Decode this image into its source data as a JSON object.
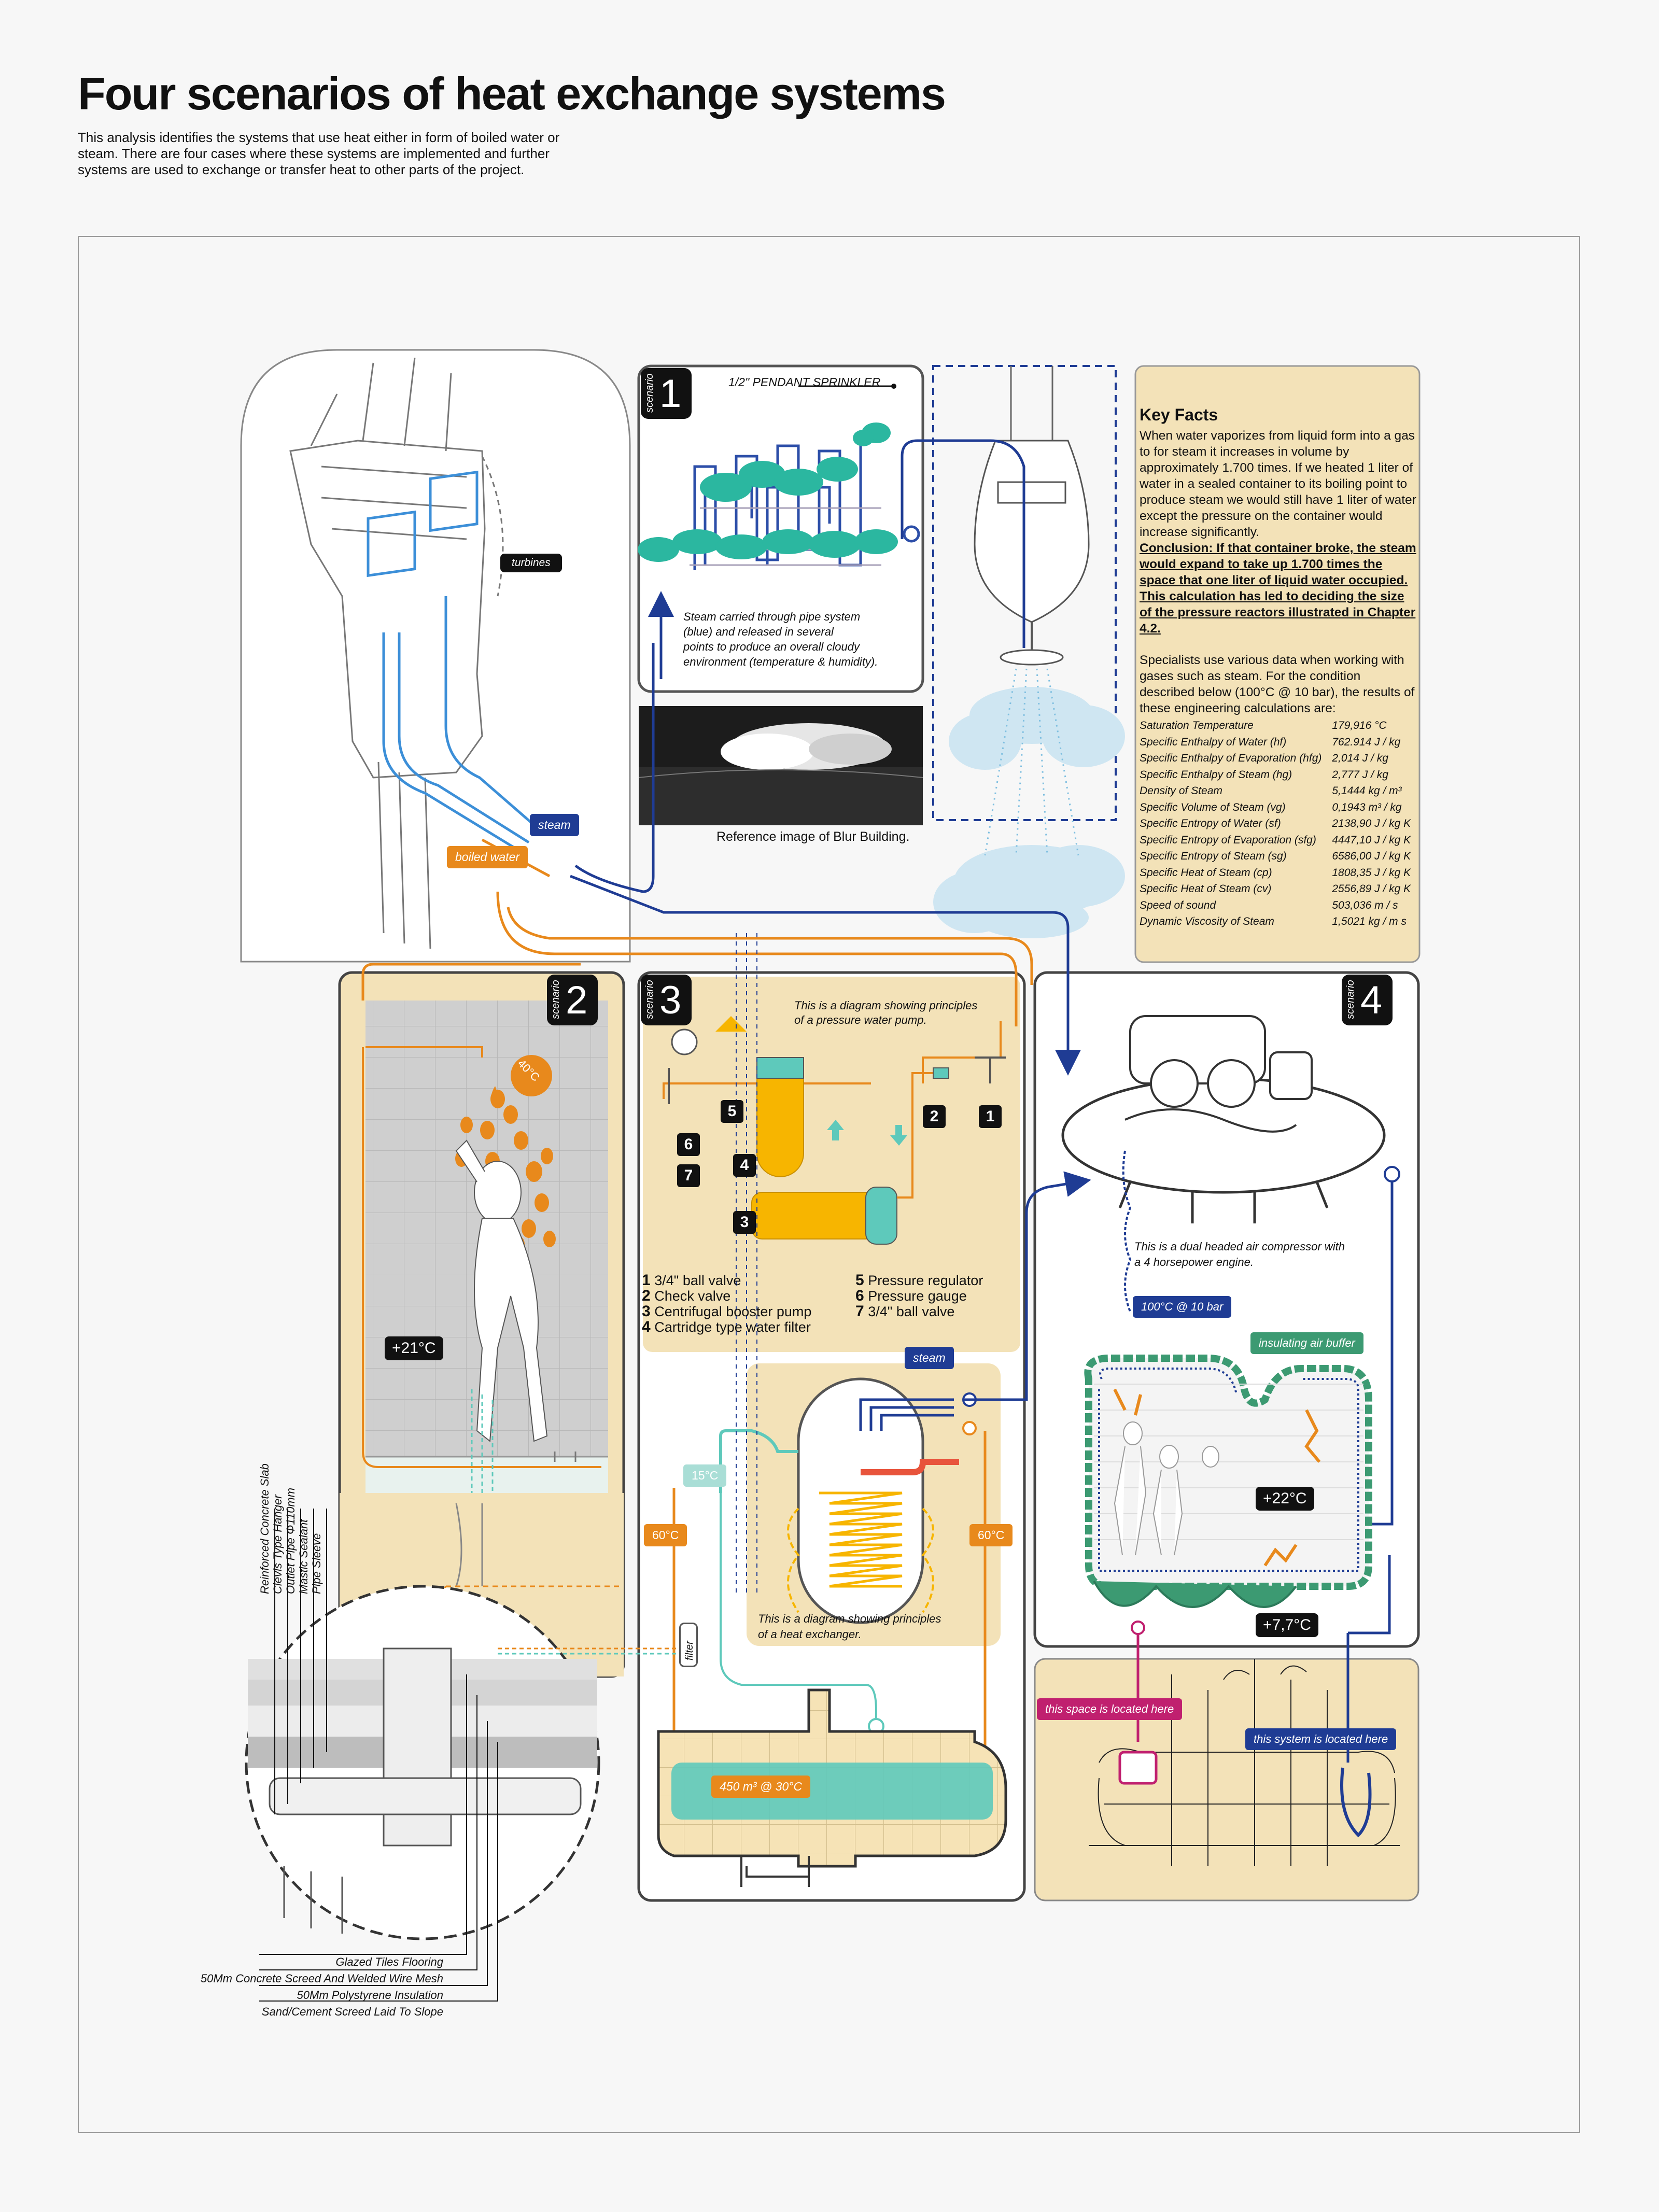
{
  "header": {
    "title": "Four scenarios of heat exchange systems",
    "intro": "This analysis identifies the systems that use heat either in form of boiled water or steam. There are four cases where these systems are implemented and further systems are used to exchange or transfer heat to other parts of the project."
  },
  "colors": {
    "blue": "#1f3c94",
    "orange": "#e8891c",
    "teal": "#5ec9bb",
    "cream": "#f3e2b8",
    "pink": "#c0206f",
    "green": "#3c9a72"
  },
  "scenario_word": "scenario",
  "turbines": {
    "label": "turbines",
    "steam": "steam",
    "boiled_water": "boiled water"
  },
  "scenario1": {
    "number": "1",
    "sprinkler_label": "1/2\" PENDANT SPRINKLER",
    "caption": [
      "Steam carried through pipe system",
      "(blue) and released in several",
      "points to produce an overall cloudy",
      "environment (temperature & humidity)."
    ],
    "photo_caption": "Reference image of Blur Building."
  },
  "key_facts": {
    "title": "Key Facts",
    "para1": "When water vaporizes from liquid form into a gas to for steam it increases in volume by approximately 1.700 times. If we heated 1 liter of water in a sealed container to its boiling point to produce steam we would still have 1 liter of water except the pressure on the container would increase significantly.",
    "conclusion": "Conclusion: If that container broke, the steam would expand to take up 1.700 times the space that one liter of liquid water occupied. This calculation has led to deciding the size of the pressure reactors illustrated in Chapter 4.2.",
    "para2": "Specialists use various data when working with gases such as steam. For the condition described below (100°C @ 10 bar), the results of these engineering calculations are:",
    "rows": [
      {
        "label": "Saturation Temperature",
        "value": "179,916 °C"
      },
      {
        "label": "Specific Enthalpy of Water (hf)",
        "value": "762.914 J / kg"
      },
      {
        "label": "Specific Enthalpy of Evaporation (hfg)",
        "value": "2,014 J / kg"
      },
      {
        "label": "Specific Enthalpy of Steam (hg)",
        "value": "2,777 J / kg"
      },
      {
        "label": "Density of Steam",
        "value": "5,1444 kg / m³"
      },
      {
        "label": "Specific Volume of Steam (vg)",
        "value": "0,1943 m³ / kg"
      },
      {
        "label": "Specific Entropy of Water (sf)",
        "value": "2138,90 J / kg K"
      },
      {
        "label": "Specific Entropy of Evaporation (sfg)",
        "value": "4447,10 J / kg K"
      },
      {
        "label": "Specific Entropy of Steam (sg)",
        "value": "6586,00 J / kg K"
      },
      {
        "label": "Specific Heat of Steam (cp)",
        "value": "1808,35 J / kg K"
      },
      {
        "label": "Specific Heat of Steam (cv)",
        "value": "2556,89 J / kg K"
      },
      {
        "label": "Speed of sound",
        "value": "503,036 m / s"
      },
      {
        "label": "Dynamic Viscosity of Steam",
        "value": "1,5021 kg / m s"
      }
    ]
  },
  "scenario2": {
    "number": "2",
    "shower_temp": "40°C",
    "room_temp": "+21°C",
    "pipe_labels": [
      "Reinforced Concrete Slab",
      "Clevis Type Hanger",
      "Outlet Pipe Φ110mm",
      "Mastic Sealant",
      "Pipe Sleeve"
    ],
    "floor_labels": [
      "Glazed Tiles Flooring",
      "50Mm Concrete Screed And Welded Wire Mesh",
      "50Mm Polystyrene Insulation",
      "Sand/Cement Screed Laid To Slope"
    ]
  },
  "scenario3": {
    "number": "3",
    "pump_caption": [
      "This is a diagram showing principles",
      "of a pressure water pump."
    ],
    "legend_left": [
      {
        "n": "1",
        "text": "3/4\" ball valve"
      },
      {
        "n": "2",
        "text": "Check valve"
      },
      {
        "n": "3",
        "text": "Centrifugal booster pump"
      },
      {
        "n": "4",
        "text": "Cartridge type water filter"
      }
    ],
    "legend_right": [
      {
        "n": "5",
        "text": "Pressure regulator"
      },
      {
        "n": "6",
        "text": "Pressure gauge"
      },
      {
        "n": "7",
        "text": "3/4\" ball valve"
      }
    ],
    "exchanger_caption": [
      "This is a diagram showing principles",
      "of a heat exchanger."
    ],
    "steam": "steam",
    "cold": "15°C",
    "hot_left": "60°C",
    "hot_right": "60°C",
    "filter": "filter",
    "tank": "450 m³ @ 30°C"
  },
  "scenario4": {
    "number": "4",
    "compressor_caption": [
      "This is a dual headed air compressor with",
      "a 4 horsepower engine."
    ],
    "condition": "100°C @ 10 bar",
    "buffer": "insulating air buffer",
    "inside_temp": "+22°C",
    "outside_temp": "+7,7°C",
    "space_here": "this space is located here",
    "system_here": "this system is located here"
  }
}
